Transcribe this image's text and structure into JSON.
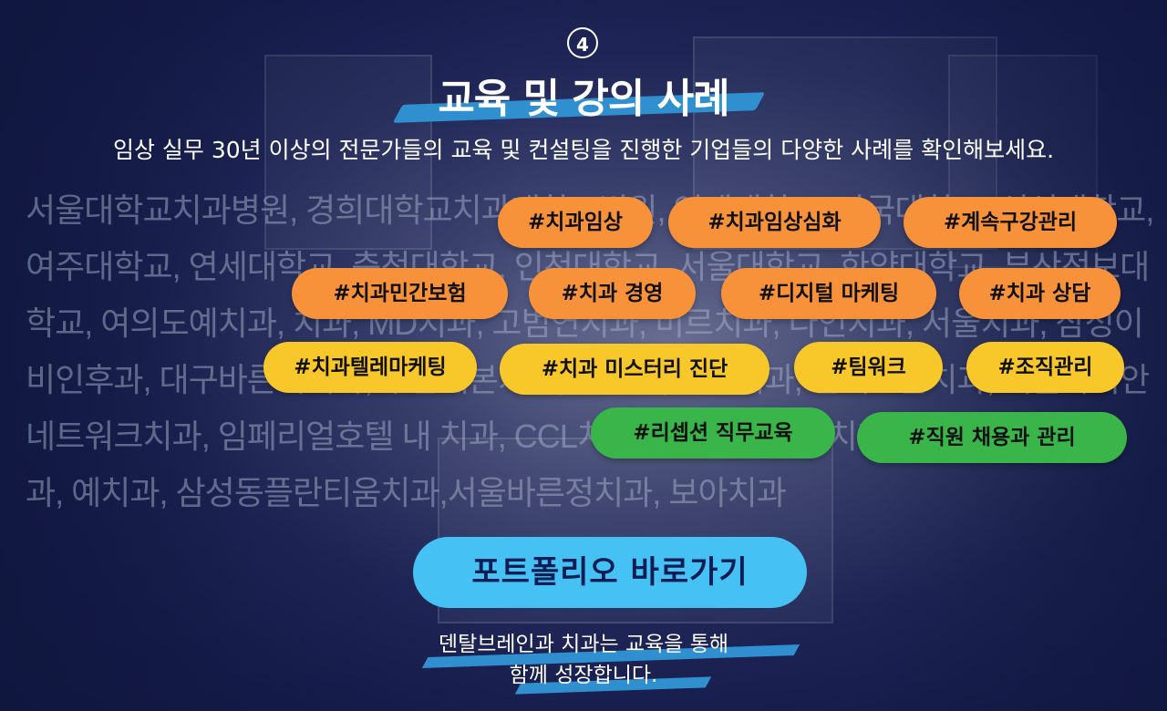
{
  "step_number": "4",
  "title": "교육 및 강의 사례",
  "subtitle": "임상 실무 30년 이상의 전문가들의 교육 및 컨설팅을 진행한 기업들의 다양한 사례를 확인해보세요.",
  "background_text": "서울대학교치과병원, 경희대학교치과대학교병원, 연세대학교, 단국대학교, 신성대학교, 여주대학교, 연세대학교, 충청대학교, 인천대학교, 서울대학교, 한양대학교, 부산정보대학교, 여의도예치과, 치과, MD치과, 고범연치과, 미르치과, 다인치과, 서울치과, 삼성이비인후과, 대구바른이치과, 부산예본치과, 웅치과, 워크치과, 연세고운치과, 서울하이안네트워크치과, 임페리얼호텔 내 치과, CCL치과, 이닦는이닥터치과, 이탑치과 ,삼성치과, 예치과, 삼성동플란티움치과,서울바른정치과, 보아치과",
  "tags": [
    {
      "label": "#치과임상"
    },
    {
      "label": "#치과임상심화"
    },
    {
      "label": "#계속구강관리"
    },
    {
      "label": "#치과민간보험"
    },
    {
      "label": "#치과 경영"
    },
    {
      "label": "#디지털 마케팅"
    },
    {
      "label": "#치과 상담"
    },
    {
      "label": "#치과텔레마케팅"
    },
    {
      "label": "#치과 미스터리 진단"
    },
    {
      "label": "#팀워크"
    },
    {
      "label": "#조직관리"
    },
    {
      "label": "#리셉션 직무교육"
    },
    {
      "label": "#직원 채용과 관리"
    }
  ],
  "cta_label": "포트폴리오 바로가기",
  "footer": {
    "line1": "덴탈브레인과 치과는 교육을 통해",
    "line2": "함께 성장합니다."
  },
  "colors": {
    "background": "#141b4a",
    "tag_orange": "#f7923a",
    "tag_yellow": "#f8c72a",
    "tag_green": "#39b54a",
    "cta": "#45c1f4",
    "accent_stroke": "#2f8fcf"
  }
}
